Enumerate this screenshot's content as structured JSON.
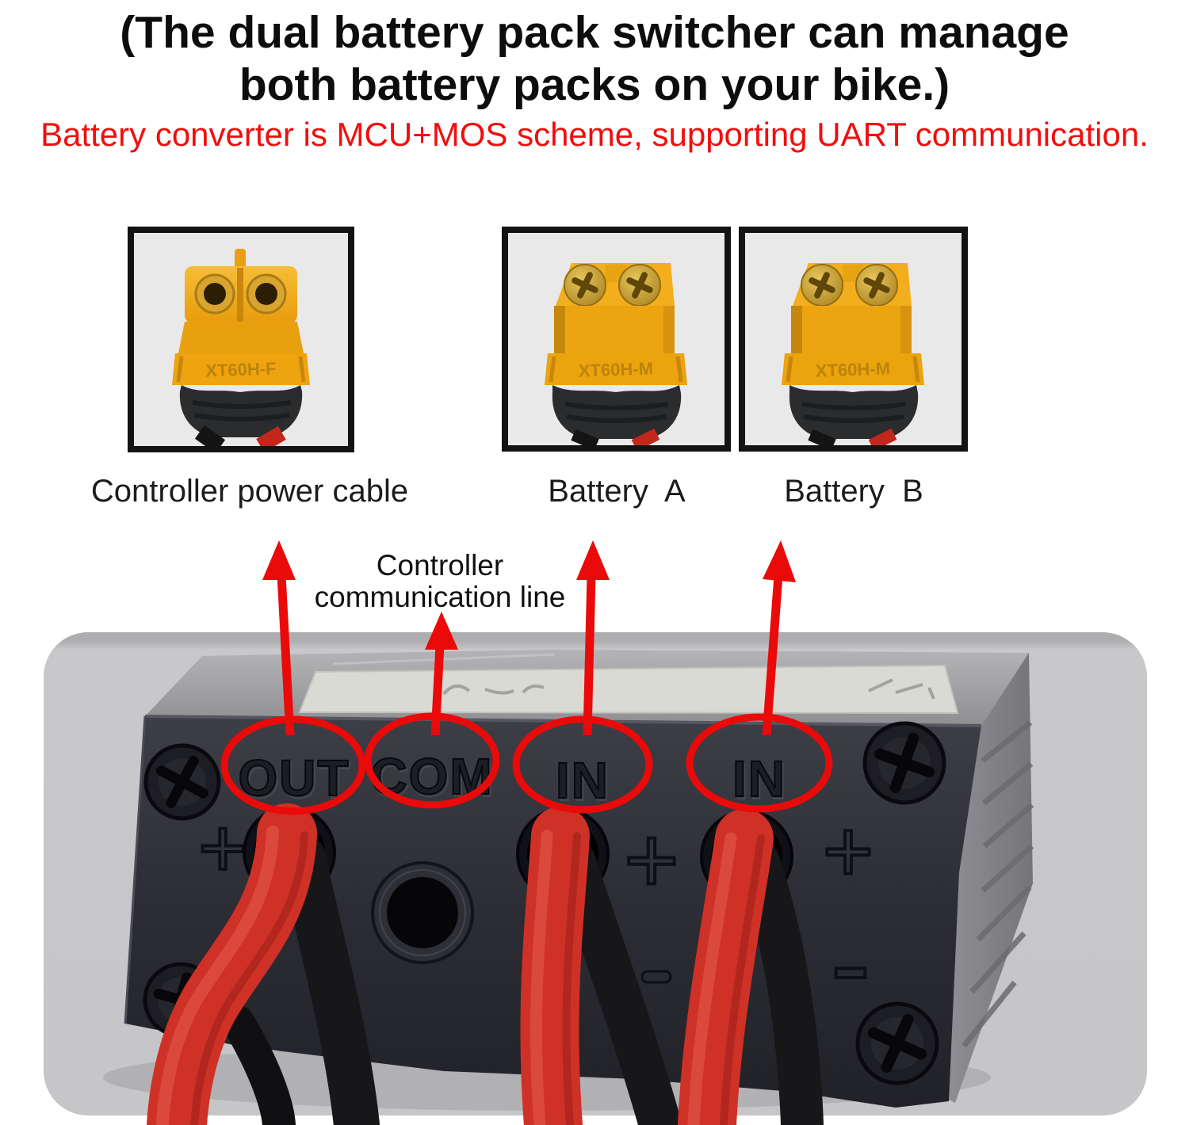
{
  "heading": {
    "line1": "(The dual battery pack switcher can manage",
    "line2": "both battery packs on your bike.)"
  },
  "subtitle": "Battery converter is MCU+MOS scheme, supporting UART communication.",
  "connectors": [
    {
      "caption": "Controller power cable",
      "marking": "XT60H-F",
      "type": "female-xt60-connector"
    },
    {
      "caption": "Battery  A",
      "marking": "XT60H-M",
      "type": "male-xt60-connector"
    },
    {
      "caption": "Battery  B",
      "marking": "XT60H-M",
      "type": "male-xt60-connector"
    }
  ],
  "annotations": {
    "comm_line1": "Controller",
    "comm_line2": "communication line"
  },
  "device": {
    "ports": {
      "out": "OUT",
      "com": "COM",
      "in_a": "IN",
      "in_b": "IN"
    },
    "marks": {
      "plus": "+",
      "minus": "-"
    }
  },
  "colors": {
    "annotation_red": "#ea0a0a",
    "subtitle_red": "#f20d0d",
    "connector_yellow": "#efa614",
    "cable_red": "#cf3126",
    "wire_black": "#17171a",
    "panel_gray": "#c6c6c8",
    "device_face": "#2f3038"
  }
}
